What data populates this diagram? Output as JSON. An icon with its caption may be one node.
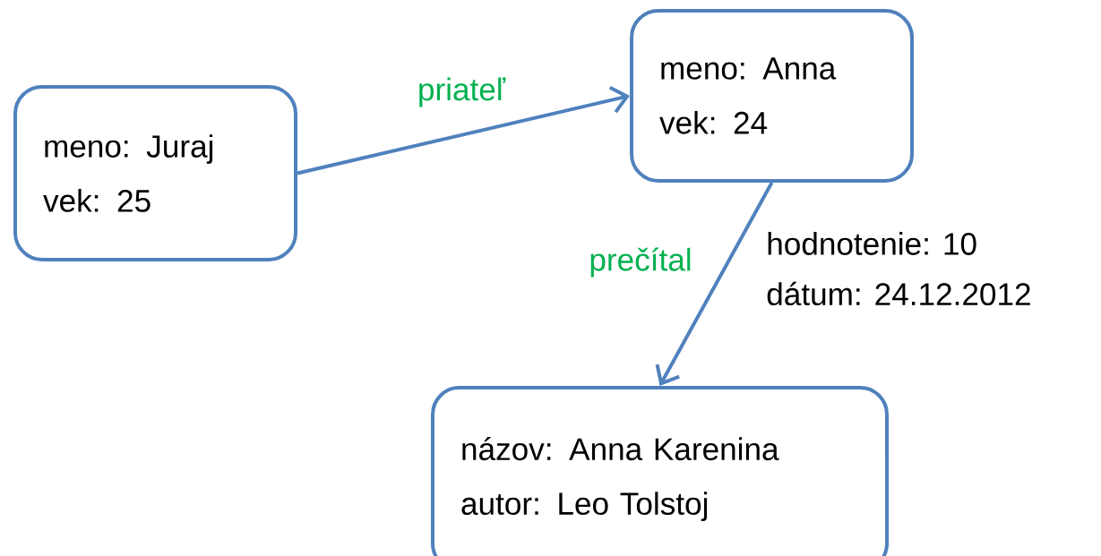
{
  "diagram": {
    "nodes": [
      {
        "text": [
          "meno: Juraj",
          "vek: 25"
        ]
      },
      {
        "text": [
          "meno: Anna",
          "vek: 24"
        ]
      },
      {
        "text": [
          "názov: Anna Karenina",
          "autor: Leo Tolstoj"
        ]
      }
    ],
    "edges": [
      {
        "from": 0,
        "to": 1,
        "arrow": "to",
        "label": "priateľ"
      },
      {
        "from": 1,
        "to": 2,
        "arrow": "to",
        "label": "prečítal"
      }
    ],
    "labels": [
      "hodnotenie: 10",
      "dátum: 24.12.2012"
    ]
  }
}
